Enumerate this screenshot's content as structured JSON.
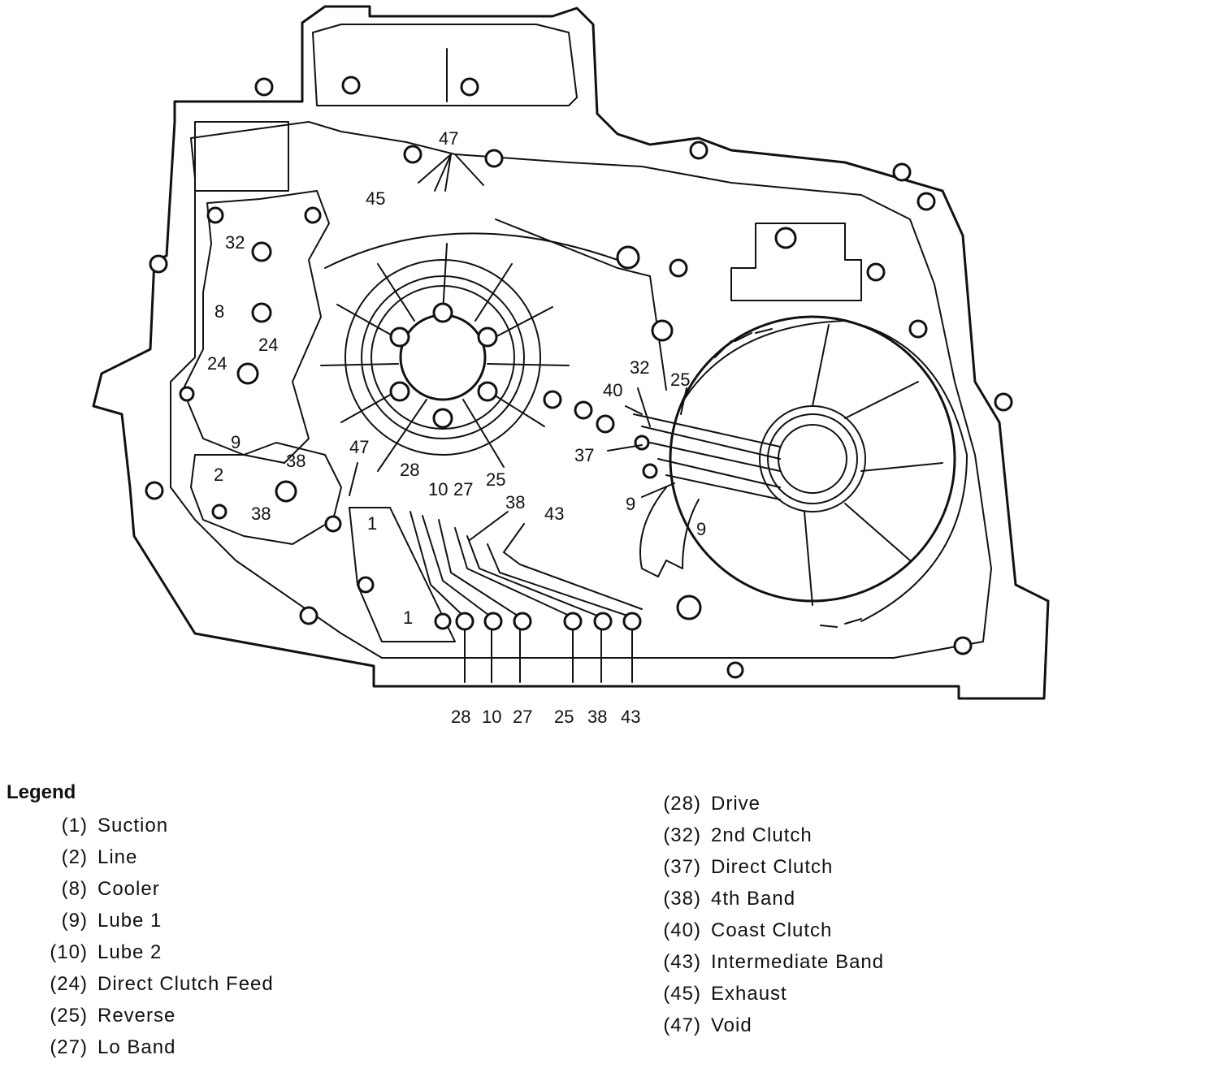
{
  "diagram": {
    "labels": {
      "void": "47",
      "exhaust": "45",
      "second_clutch": "32",
      "cooler": "8",
      "direct_clutch_feed_a": "24",
      "direct_clutch_feed_b": "24",
      "lube1_left": "9",
      "line": "2",
      "fourth_band_a": "38",
      "fourth_band_b": "38",
      "void_left": "47",
      "drive": "28",
      "lube2": "10",
      "lo_band": "27",
      "reverse_center": "25",
      "fourth_band_center": "38",
      "intermediate_band": "43",
      "suction_a": "1",
      "suction_b": "1",
      "second_clutch_right": "32",
      "reverse_right": "25",
      "coast_clutch": "40",
      "direct_clutch": "37",
      "lube1_right_a": "9",
      "lube1_right_b": "9"
    },
    "bottom_ports": [
      "28",
      "10",
      "27",
      "25",
      "38",
      "43"
    ]
  },
  "legend": {
    "title": "Legend",
    "left": [
      {
        "num": "(1)",
        "label": "Suction"
      },
      {
        "num": "(2)",
        "label": "Line"
      },
      {
        "num": "(8)",
        "label": "Cooler"
      },
      {
        "num": "(9)",
        "label": "Lube 1"
      },
      {
        "num": "(10)",
        "label": "Lube 2"
      },
      {
        "num": "(24)",
        "label": "Direct Clutch Feed"
      },
      {
        "num": "(25)",
        "label": "Reverse"
      },
      {
        "num": "(27)",
        "label": "Lo Band"
      }
    ],
    "right": [
      {
        "num": "(28)",
        "label": "Drive"
      },
      {
        "num": "(32)",
        "label": "2nd Clutch"
      },
      {
        "num": "(37)",
        "label": "Direct Clutch"
      },
      {
        "num": "(38)",
        "label": "4th Band"
      },
      {
        "num": "(40)",
        "label": "Coast Clutch"
      },
      {
        "num": "(43)",
        "label": "Intermediate Band"
      },
      {
        "num": "(45)",
        "label": "Exhaust"
      },
      {
        "num": "(47)",
        "label": "Void"
      }
    ]
  }
}
